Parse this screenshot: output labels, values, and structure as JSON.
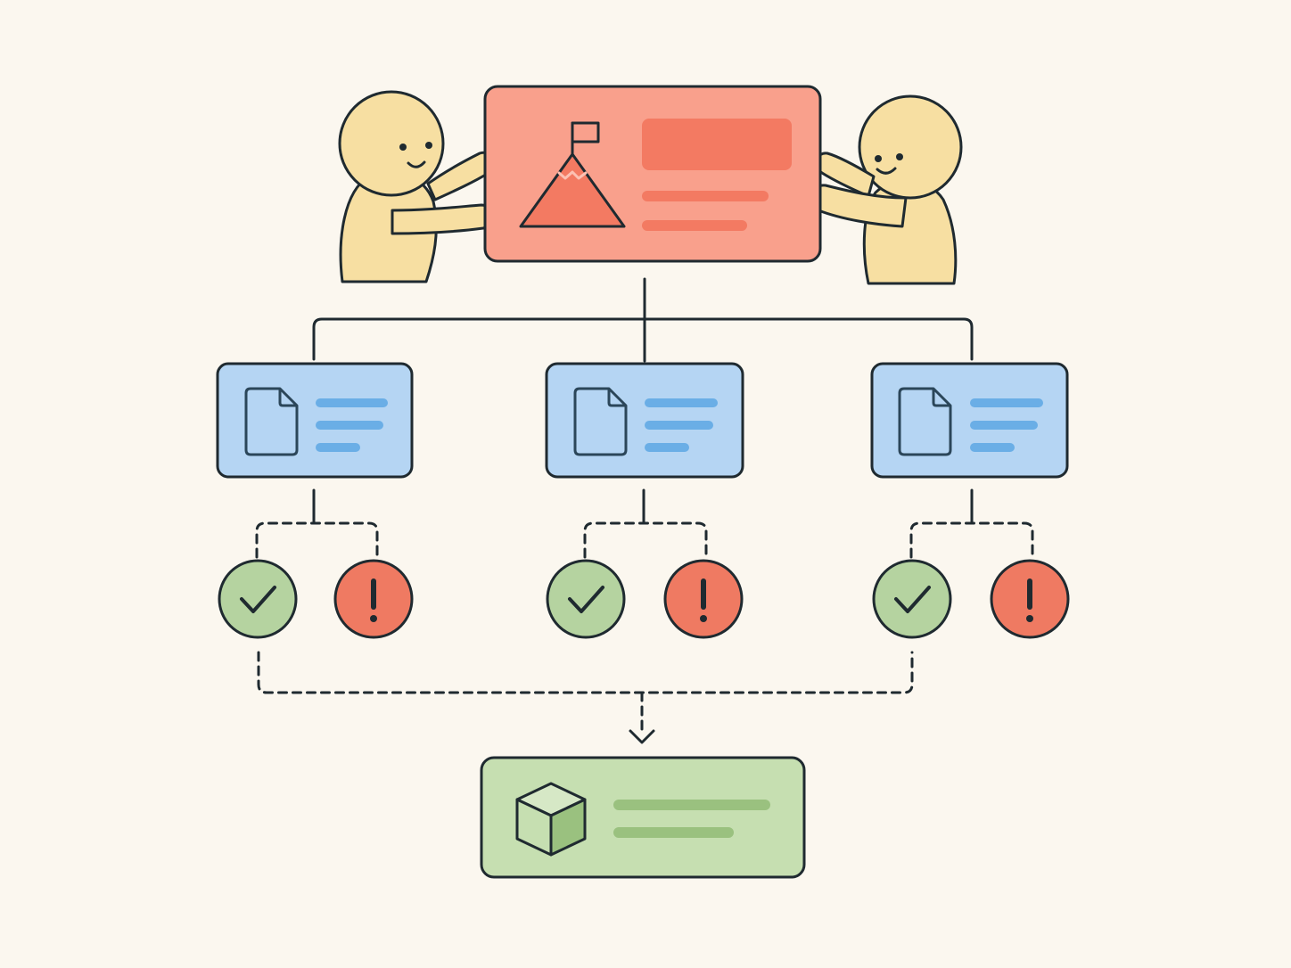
{
  "diagram": {
    "goal_card": {
      "icon": "mountain-flag-icon"
    },
    "people": [
      {
        "id": "left",
        "icon": "person-figure"
      },
      {
        "id": "right",
        "icon": "person-figure"
      }
    ],
    "documents": [
      {
        "id": "doc-1",
        "icon": "document-icon"
      },
      {
        "id": "doc-2",
        "icon": "document-icon"
      },
      {
        "id": "doc-3",
        "icon": "document-icon"
      }
    ],
    "outcomes": [
      {
        "doc": "doc-1",
        "success": "check-icon",
        "issue": "exclamation-icon"
      },
      {
        "doc": "doc-2",
        "success": "check-icon",
        "issue": "exclamation-icon"
      },
      {
        "doc": "doc-3",
        "success": "check-icon",
        "issue": "exclamation-icon"
      }
    ],
    "result_card": {
      "icon": "cube-icon"
    }
  },
  "colors": {
    "background": "#fbf7ef",
    "goal_fill": "#f9a08c",
    "goal_accent": "#f37a62",
    "doc_fill": "#b5d5f3",
    "doc_accent": "#6aaee6",
    "success_fill": "#b5d3a0",
    "issue_fill": "#ef7a62",
    "result_fill": "#c6dfb1",
    "result_accent": "#9ac17f",
    "skin": "#f7dfa2",
    "stroke": "#1f2a30"
  }
}
